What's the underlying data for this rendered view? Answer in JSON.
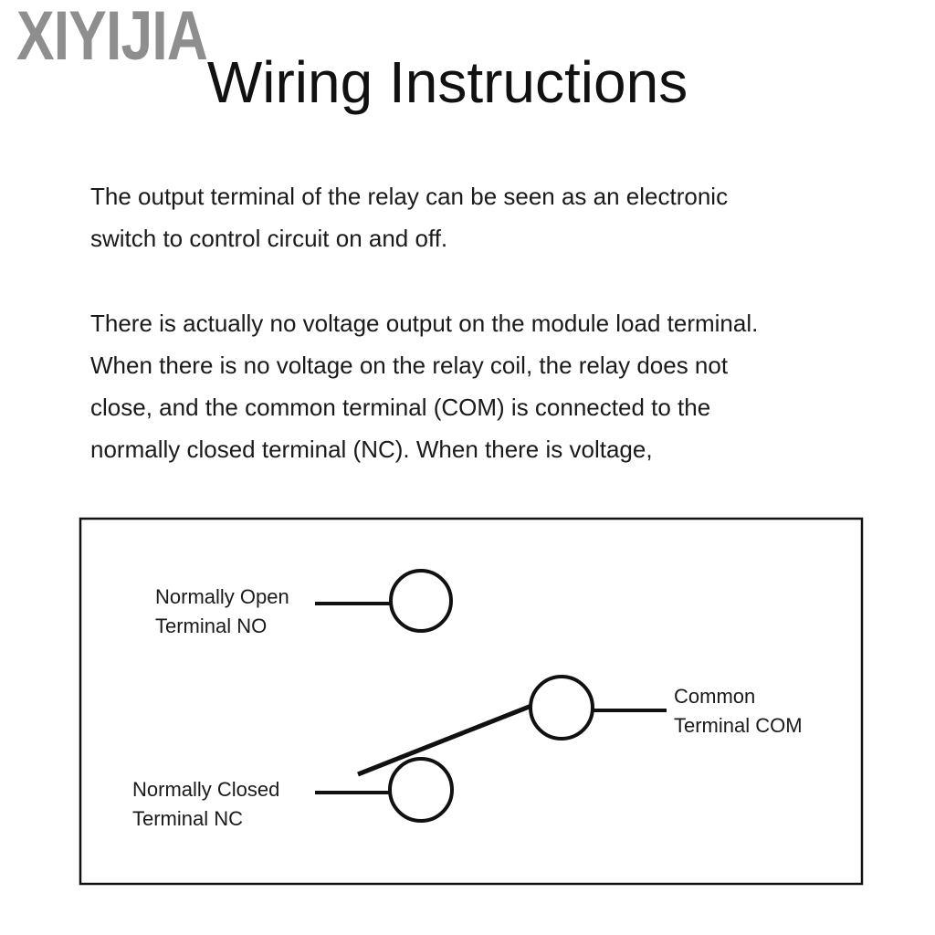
{
  "logo": "XIYIJIA",
  "title": "Wiring Instructions",
  "paragraphs": [
    [
      "The output terminal of the relay can be seen as an electronic",
      "switch to control circuit on and off."
    ],
    [
      "There is actually no voltage output on the module load terminal.",
      "When there is no voltage on the relay coil, the relay does not",
      "close, and the common terminal (COM) is connected to the",
      "normally closed terminal (NC). When there is voltage,"
    ]
  ],
  "diagram": {
    "no_label": [
      "Normally Open",
      "Terminal NO"
    ],
    "com_label": [
      "Common",
      "Terminal COM"
    ],
    "nc_label": [
      "Normally Closed",
      "Terminal NC"
    ]
  }
}
